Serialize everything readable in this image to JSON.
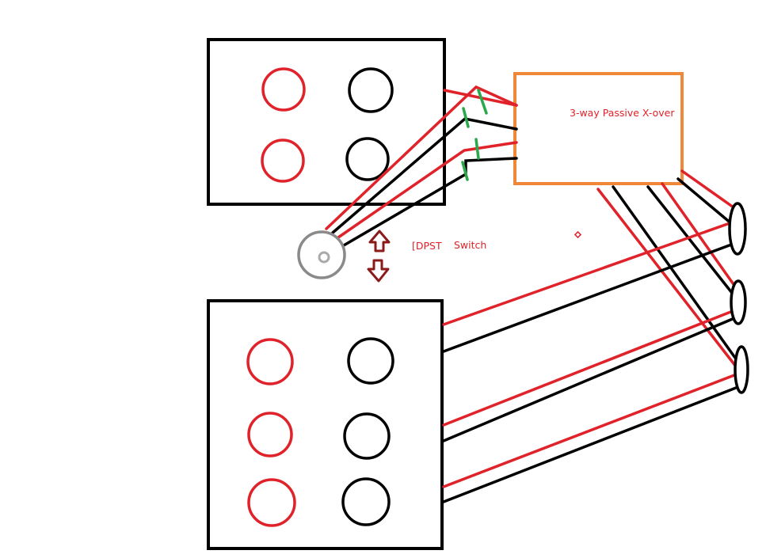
{
  "labels": {
    "crossover": "3-way Passive X-over",
    "switch_type": "[DPST",
    "switch_word": "Switch"
  },
  "colors": {
    "positive": "#e0222a",
    "negative": "#000000",
    "crossover_border": "#f0883a",
    "switch_knob": "#8a8a8a",
    "arrow": "#8b1a1a",
    "marker": "#2aa84a",
    "text": "#e0222a"
  },
  "icons": {
    "selector_arrows": "up-down-arrow-icon",
    "switch_knob": "rotary-knob-icon",
    "speaker": "speaker-driver-icon"
  }
}
